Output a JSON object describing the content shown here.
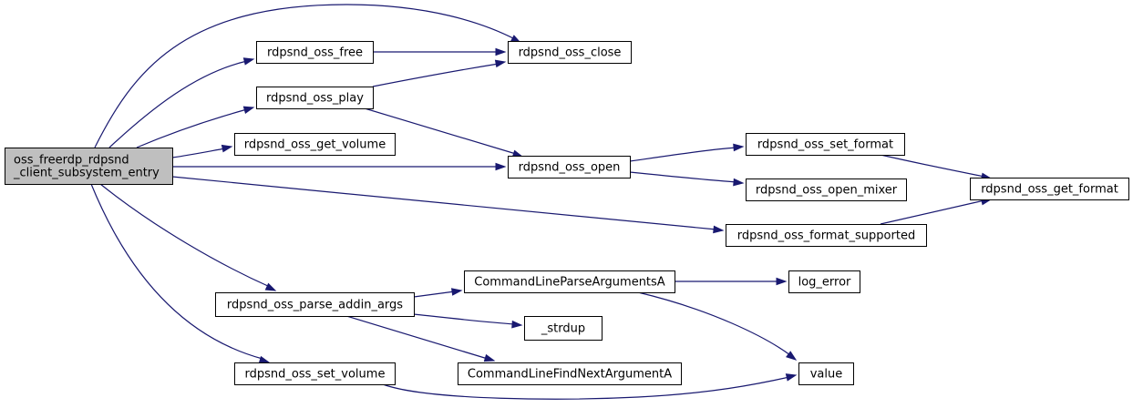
{
  "diagram": {
    "type": "call-graph",
    "colors": {
      "node_fill": "#ffffff",
      "root_fill": "#bfbfbf",
      "node_border": "#000000",
      "edge": "#191970"
    },
    "root": {
      "id": "root",
      "lines": [
        "oss_freerdp_rdpsnd",
        "_client_subsystem_entry"
      ]
    },
    "nodes": [
      {
        "id": "free",
        "label": "rdpsnd_oss_free"
      },
      {
        "id": "close",
        "label": "rdpsnd_oss_close"
      },
      {
        "id": "play",
        "label": "rdpsnd_oss_play"
      },
      {
        "id": "get_volume",
        "label": "rdpsnd_oss_get_volume"
      },
      {
        "id": "open",
        "label": "rdpsnd_oss_open"
      },
      {
        "id": "set_format",
        "label": "rdpsnd_oss_set_format"
      },
      {
        "id": "get_format",
        "label": "rdpsnd_oss_get_format"
      },
      {
        "id": "open_mixer",
        "label": "rdpsnd_oss_open_mixer"
      },
      {
        "id": "format_supported",
        "label": "rdpsnd_oss_format_supported"
      },
      {
        "id": "parse_addin_args",
        "label": "rdpsnd_oss_parse_addin_args"
      },
      {
        "id": "cmd_parse",
        "label": "CommandLineParseArgumentsA"
      },
      {
        "id": "log_error",
        "label": "log_error"
      },
      {
        "id": "strdup",
        "label": "_strdup"
      },
      {
        "id": "cmd_find_next",
        "label": "CommandLineFindNextArgumentA"
      },
      {
        "id": "set_volume",
        "label": "rdpsnd_oss_set_volume"
      },
      {
        "id": "value",
        "label": "value"
      }
    ],
    "edges": [
      {
        "from": "root",
        "to": "close"
      },
      {
        "from": "root",
        "to": "free"
      },
      {
        "from": "root",
        "to": "play"
      },
      {
        "from": "root",
        "to": "get_volume"
      },
      {
        "from": "root",
        "to": "open"
      },
      {
        "from": "root",
        "to": "format_supported"
      },
      {
        "from": "root",
        "to": "parse_addin_args"
      },
      {
        "from": "root",
        "to": "set_volume"
      },
      {
        "from": "free",
        "to": "close"
      },
      {
        "from": "play",
        "to": "close"
      },
      {
        "from": "play",
        "to": "open"
      },
      {
        "from": "open",
        "to": "set_format"
      },
      {
        "from": "open",
        "to": "open_mixer"
      },
      {
        "from": "set_format",
        "to": "get_format"
      },
      {
        "from": "format_supported",
        "to": "get_format"
      },
      {
        "from": "parse_addin_args",
        "to": "cmd_parse"
      },
      {
        "from": "parse_addin_args",
        "to": "strdup"
      },
      {
        "from": "parse_addin_args",
        "to": "cmd_find_next"
      },
      {
        "from": "cmd_parse",
        "to": "log_error"
      },
      {
        "from": "cmd_parse",
        "to": "value"
      },
      {
        "from": "set_volume",
        "to": "value"
      }
    ]
  }
}
